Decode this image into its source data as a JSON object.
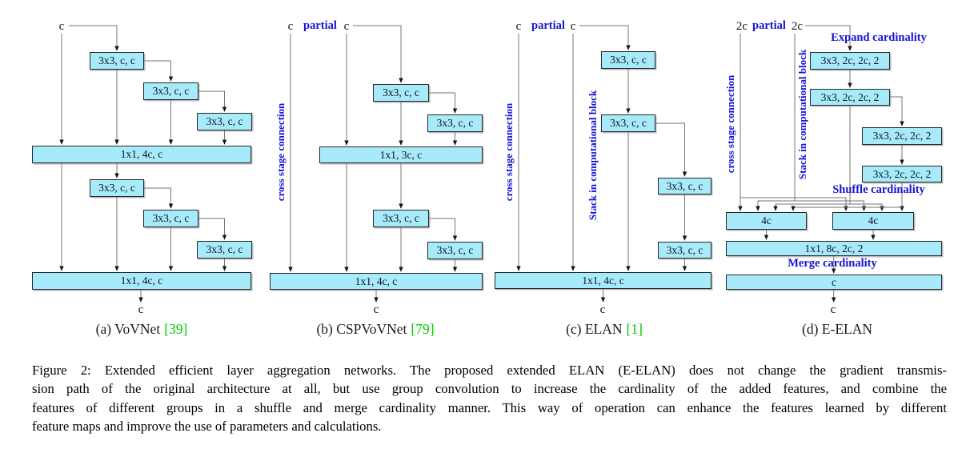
{
  "colors": {
    "box_fill": "#a7eafa",
    "box_border": "#24282a",
    "annotation_blue": "#1414d6",
    "citation_green": "#00cc00",
    "connector_gray": "#767676"
  },
  "panels": {
    "a": {
      "input": "c",
      "output": "c",
      "boxes": [
        "3x3, c, c",
        "3x3, c, c",
        "3x3, c, c",
        "1x1, 4c, c",
        "3x3, c, c",
        "3x3, c, c",
        "3x3, c, c",
        "1x1, 4c, c"
      ],
      "caption": "(a) VoVNet",
      "citation": "[39]"
    },
    "b": {
      "input_left": "c",
      "partial": "partial",
      "input_right": "c",
      "output": "c",
      "cross_stage": "cross stage connection",
      "boxes": [
        "3x3, c, c",
        "3x3, c, c",
        "1x1, 3c, c",
        "3x3, c, c",
        "3x3, c, c",
        "1x1, 4c, c"
      ],
      "caption": "(b) CSPVoVNet",
      "citation": "[79]"
    },
    "c": {
      "input_left": "c",
      "partial": "partial",
      "input_right": "c",
      "output": "c",
      "cross_stage": "cross stage connection",
      "stack": "Stack in computational block",
      "boxes": [
        "3x3, c, c",
        "3x3, c, c",
        "3x3, c, c",
        "3x3, c, c",
        "1x1, 4c, c"
      ],
      "caption": "(c) ELAN",
      "citation": "[1]"
    },
    "d": {
      "input_left": "2c",
      "partial": "partial",
      "input_right": "2c",
      "output": "c",
      "cross_stage": "cross stage connection",
      "stack": "Stack in computational block",
      "expand": "Expand cardinality",
      "shuffle": "Shuffle cardinality",
      "merge": "Merge cardinality",
      "boxes": [
        "3x3, 2c, 2c, 2",
        "3x3, 2c, 2c, 2",
        "3x3, 2c, 2c, 2",
        "3x3, 2c, 2c, 2",
        "4c",
        "4c",
        "1x1, 8c, 2c, 2",
        "c"
      ],
      "caption": "(d) E-ELAN"
    }
  },
  "caption": {
    "lines": [
      "Figure 2: Extended efficient layer aggregation networks. The proposed extended ELAN (E-ELAN) does not change the gradient transmis-",
      "sion path of the original architecture at all, but use group convolution to increase the cardinality of the added features, and combine the",
      "features of different groups in a shuffle and merge cardinality manner. This way of operation can enhance the features learned by different",
      "feature maps and improve the use of parameters and calculations."
    ]
  }
}
